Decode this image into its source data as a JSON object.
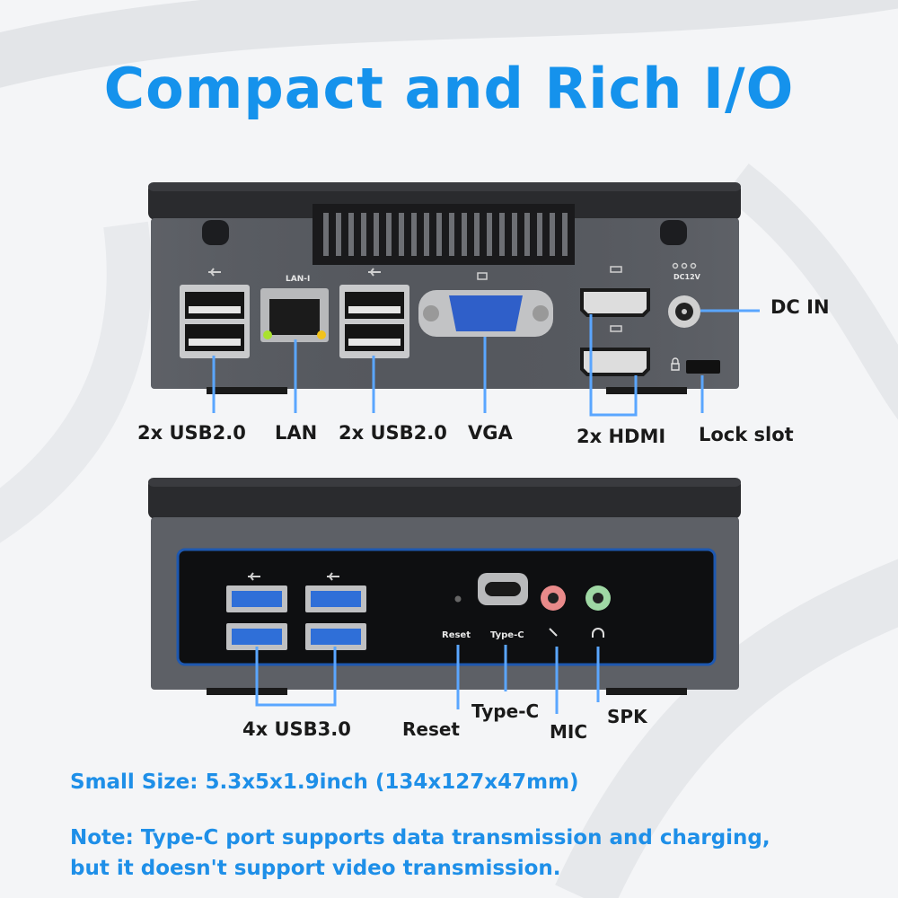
{
  "title": "Compact and Rich I/O",
  "rear_panel": {
    "lan_port_text": "LAN-I",
    "dc_port_text": "DC12V",
    "labels": {
      "usb2_left": "2x USB2.0",
      "lan": "LAN",
      "usb2_right": "2x USB2.0",
      "vga": "VGA",
      "hdmi": "2x HDMI",
      "dc_in": "DC IN",
      "lock_slot": "Lock slot"
    }
  },
  "front_panel": {
    "reset_port_text": "Reset",
    "typec_port_text": "Type-C",
    "labels": {
      "usb3": "4x USB3.0",
      "reset": "Reset",
      "typec": "Type-C",
      "mic": "MIC",
      "spk": "SPK"
    }
  },
  "specs": {
    "size": "Small Size: 5.3x5x1.9inch (134x127x47mm)",
    "note_line1": "Note: Type-C port supports data transmission and charging,",
    "note_line2": "but it doesn't support video transmission."
  },
  "colors": {
    "accent": "#1592ec",
    "callout_line": "#5aa6ff",
    "chassis": "#56595f",
    "lid": "#2a2b2e"
  },
  "icons": [
    "usb-icon",
    "monitor-icon",
    "hdmi-icon",
    "dc-polarity-icon",
    "lock-icon",
    "mic-icon",
    "headphone-icon"
  ]
}
